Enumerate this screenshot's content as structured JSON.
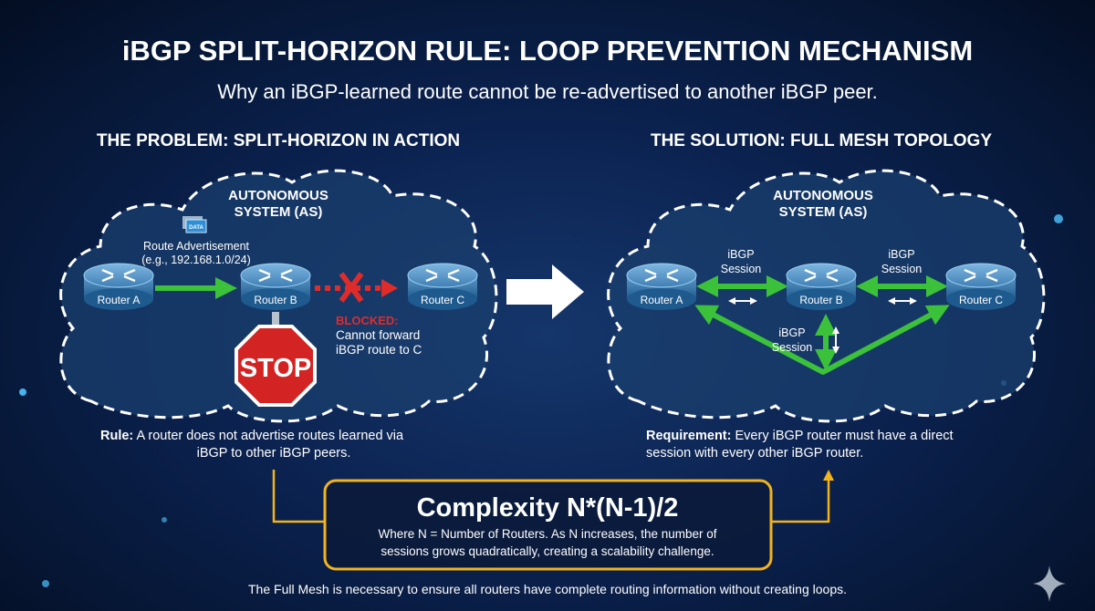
{
  "header": {
    "title": "iBGP SPLIT-HORIZON RULE: LOOP PREVENTION MECHANISM",
    "subtitle": "Why an iBGP-learned route cannot be re-advertised to another iBGP peer."
  },
  "problem": {
    "heading": "THE PROBLEM: SPLIT-HORIZON IN ACTION",
    "as_label_line1": "AUTONOMOUS",
    "as_label_line2": "SYSTEM (AS)",
    "data_badge": "DATA",
    "advert_line1": "Route Advertisement",
    "advert_line2": "(e.g., 192.168.1.0/24)",
    "routers": [
      "Router A",
      "Router B",
      "Router C"
    ],
    "stop_sign": "STOP",
    "blocked_title": "BLOCKED:",
    "blocked_line1": "Cannot forward",
    "blocked_line2": "iBGP route to C",
    "rule_label": "Rule:",
    "rule_line1": "A router does not advertise routes learned via",
    "rule_line2": "iBGP to other iBGP peers."
  },
  "solution": {
    "heading": "THE SOLUTION: FULL MESH TOPOLOGY",
    "as_label_line1": "AUTONOMOUS",
    "as_label_line2": "SYSTEM (AS)",
    "routers": [
      "Router A",
      "Router B",
      "Router C"
    ],
    "session_word1": "iBGP",
    "session_word2": "Session",
    "req_label": "Requirement:",
    "req_line1": "Every iBGP router must have a direct",
    "req_line2": "session with every other iBGP router."
  },
  "complexity": {
    "title": "Complexity N*(N-1)/2",
    "line1": "Where N = Number of Routers. As N increases, the number of",
    "line2": "sessions grows quadratically, creating a scalability challenge."
  },
  "footer": "The Full Mesh is necessary to ensure all routers have complete routing information without creating loops.",
  "colors": {
    "green": "#3cc13b",
    "red": "#e02b2b",
    "yellow": "#f2b31c",
    "dash": "#ffffff"
  }
}
